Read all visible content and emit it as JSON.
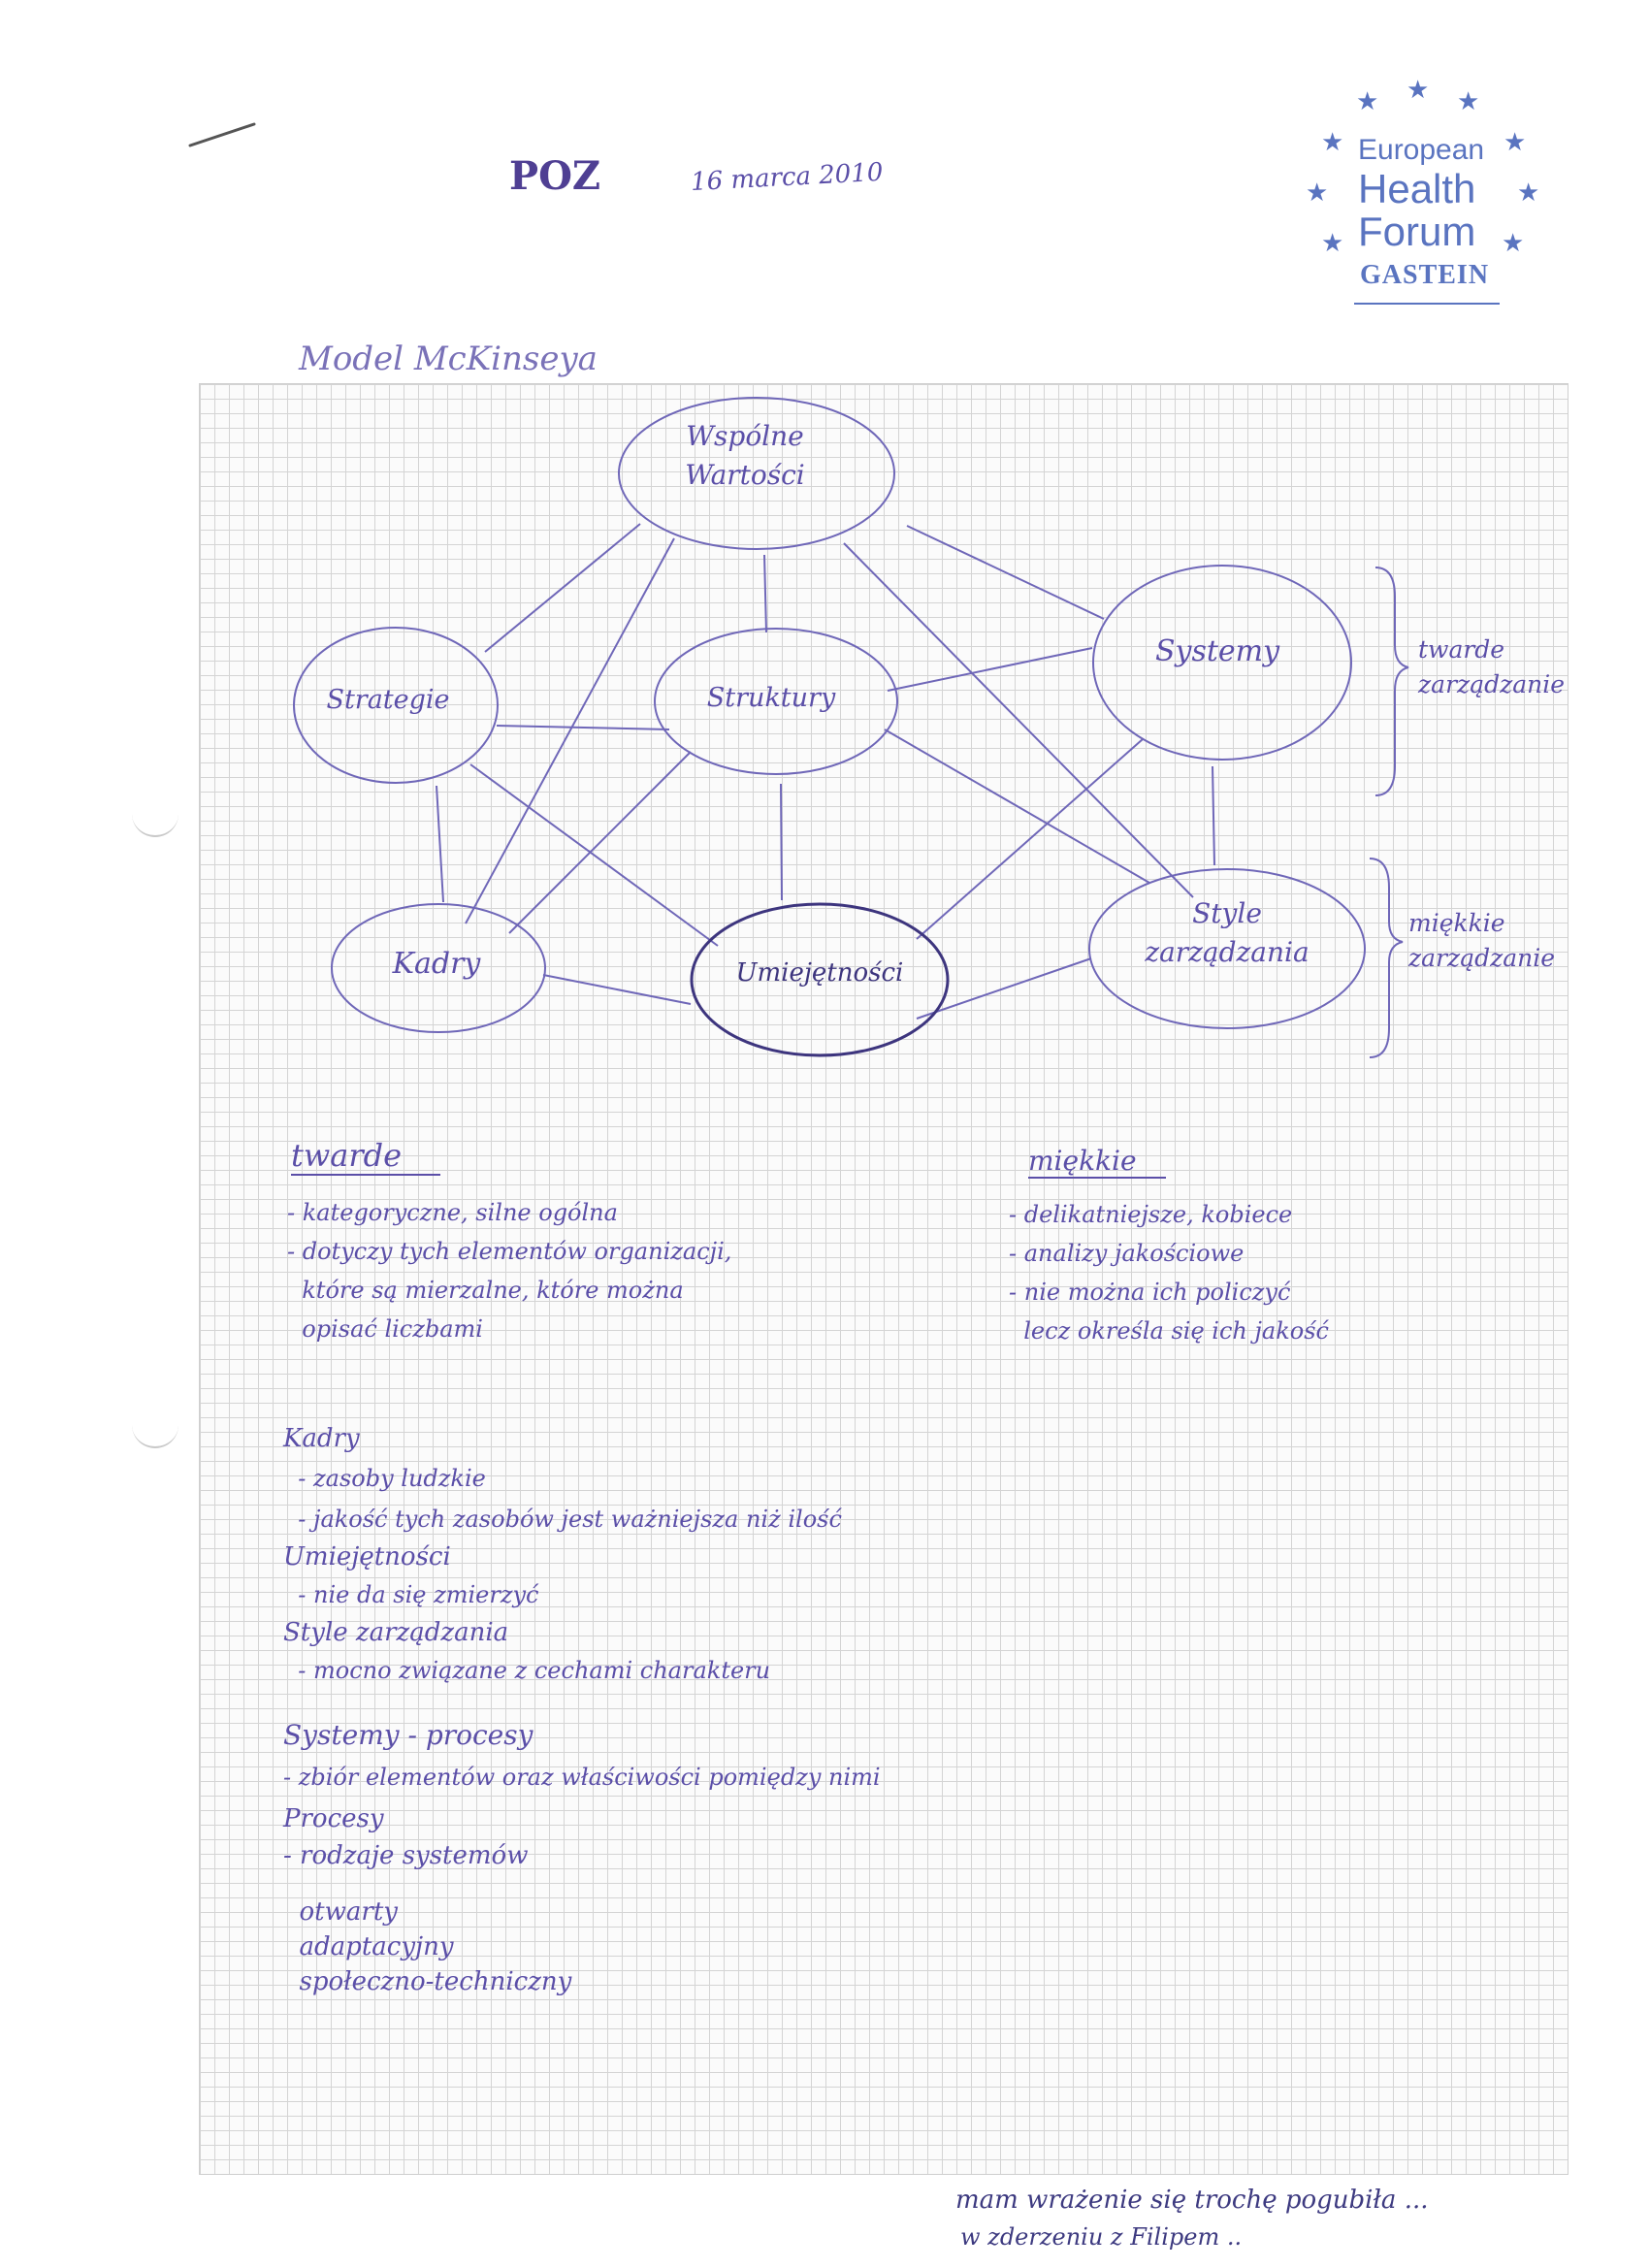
{
  "header": {
    "title": "POZ",
    "date": "16 marca 2010"
  },
  "logo": {
    "line1": "European",
    "line2": "Health",
    "line3": "Forum",
    "line4": "GASTEIN",
    "color": "#5a74c0"
  },
  "diagram": {
    "title": "Model McKinseya",
    "nodes": {
      "values": "Wspólne Wartości",
      "strategy": "Strategie",
      "structure": "Struktury",
      "systems": "Systemy",
      "staff": "Kadry",
      "skills": "Umiejętności",
      "style": "Style zarządzania"
    },
    "groups": {
      "hard": "twarde zarządzanie",
      "soft": "miękkie zarządzanie"
    }
  },
  "notes": {
    "hard_title": "twarde",
    "hard_items": [
      "- kategoryczne, silne ogólna",
      "- dotyczy tych elementów organizacji,",
      "  które są mierzalne, które można",
      "  opisać liczbami"
    ],
    "soft_title": "miękkie",
    "soft_items": [
      "- delikatniejsze, kobiece",
      "- analizy jakościowe",
      "- nie można ich policzyć",
      "  lecz określa się ich jakość"
    ],
    "body_lines": [
      "Kadry",
      "  - zasoby ludzkie",
      "  - jakość tych zasobów jest ważniejsza niż ilość",
      "Umiejętności",
      "  - nie da się zmierzyć",
      "Style zarządzania",
      "  - mocno związane z cechami charakteru",
      "",
      "Systemy - procesy",
      "- zbiór elementów oraz właściwości pomiędzy nimi",
      "Procesy",
      "- rodzaje systemów",
      "  otwarty",
      "  adaptacyjny",
      "  społeczno-techniczny"
    ],
    "footer_1": "mam wrażenie się trochę pogubiła ...",
    "footer_2": "w zderzeniu z Filipem .."
  },
  "ink_color": "#5b4fa8"
}
